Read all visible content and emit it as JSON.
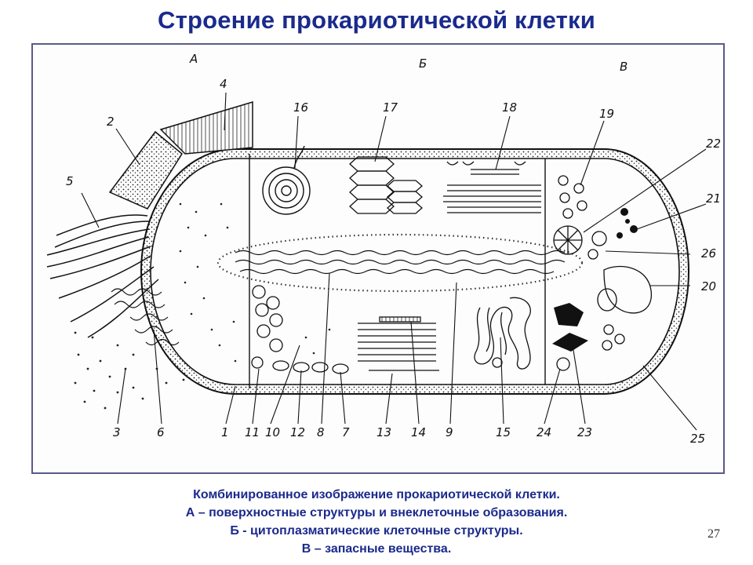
{
  "title": "Строение прокариотической клетки",
  "zones": {
    "a": "А",
    "b": "Б",
    "v": "В"
  },
  "labels": {
    "n1": "1",
    "n2": "2",
    "n3": "3",
    "n4": "4",
    "n5": "5",
    "n6": "6",
    "n7": "7",
    "n8": "8",
    "n9": "9",
    "n10": "10",
    "n11": "11",
    "n12": "12",
    "n13": "13",
    "n14": "14",
    "n15": "15",
    "n16": "16",
    "n17": "17",
    "n18": "18",
    "n19": "19",
    "n20": "20",
    "n21": "21",
    "n22": "22",
    "n23": "23",
    "n24": "24",
    "n25": "25",
    "n26": "26"
  },
  "caption": {
    "line1": "Комбинированное изображение прокариотической клетки.",
    "line2": "А – поверхностные структуры и внеклеточные образования.",
    "line3": "Б - цитоплазматические клеточные структуры.",
    "line4": "В – запасные вещества."
  },
  "page_number": "27"
}
